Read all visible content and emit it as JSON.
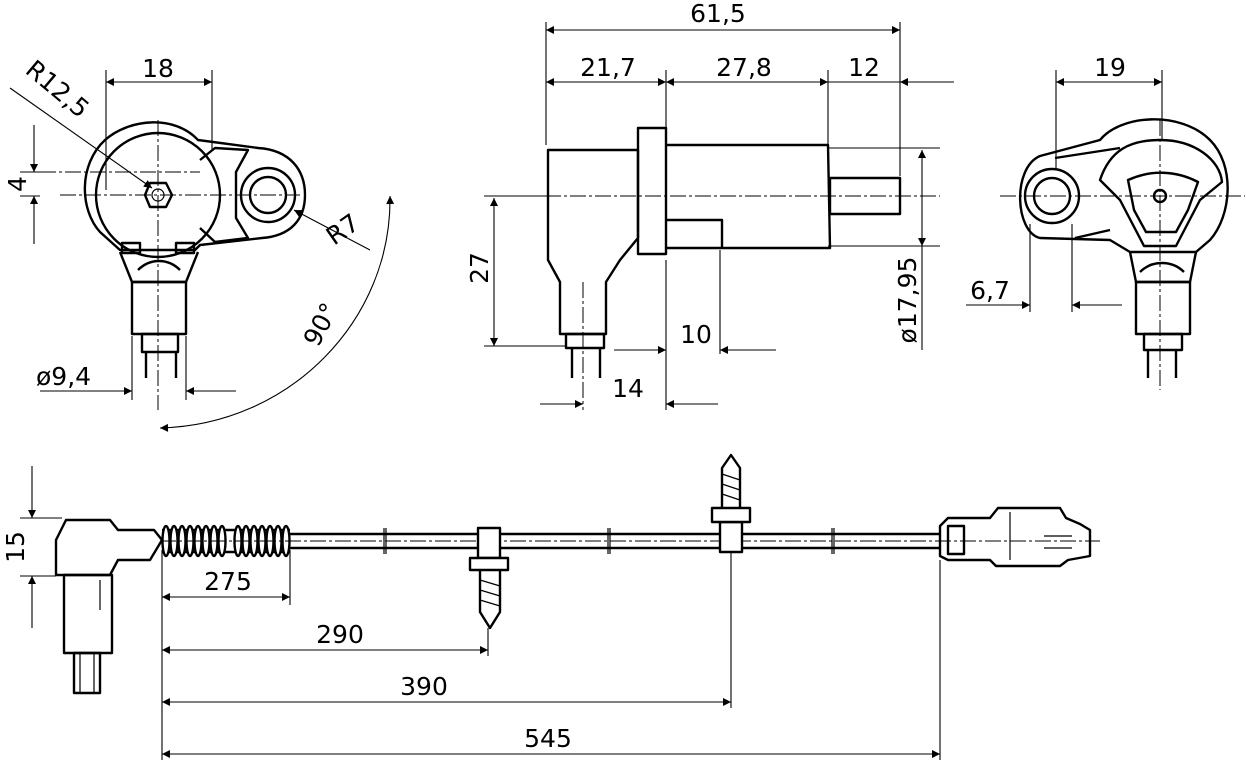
{
  "view_left": {
    "width": "18",
    "radius_large": "R12,5",
    "offset": "4",
    "radius_small": "R7",
    "angle": "90°",
    "diameter": "ø9,4"
  },
  "view_side": {
    "total_length": "61,5",
    "seg_a": "21,7",
    "seg_b": "27,8",
    "seg_c": "12",
    "height": "27",
    "shaft_diameter": "ø17,95",
    "seg_d": "10",
    "seg_e": "14"
  },
  "view_right": {
    "width": "19",
    "offset": "6,7"
  },
  "cable": {
    "connector_height": "15",
    "length_1": "275",
    "length_2": "290",
    "length_3": "390",
    "length_4": "545"
  }
}
